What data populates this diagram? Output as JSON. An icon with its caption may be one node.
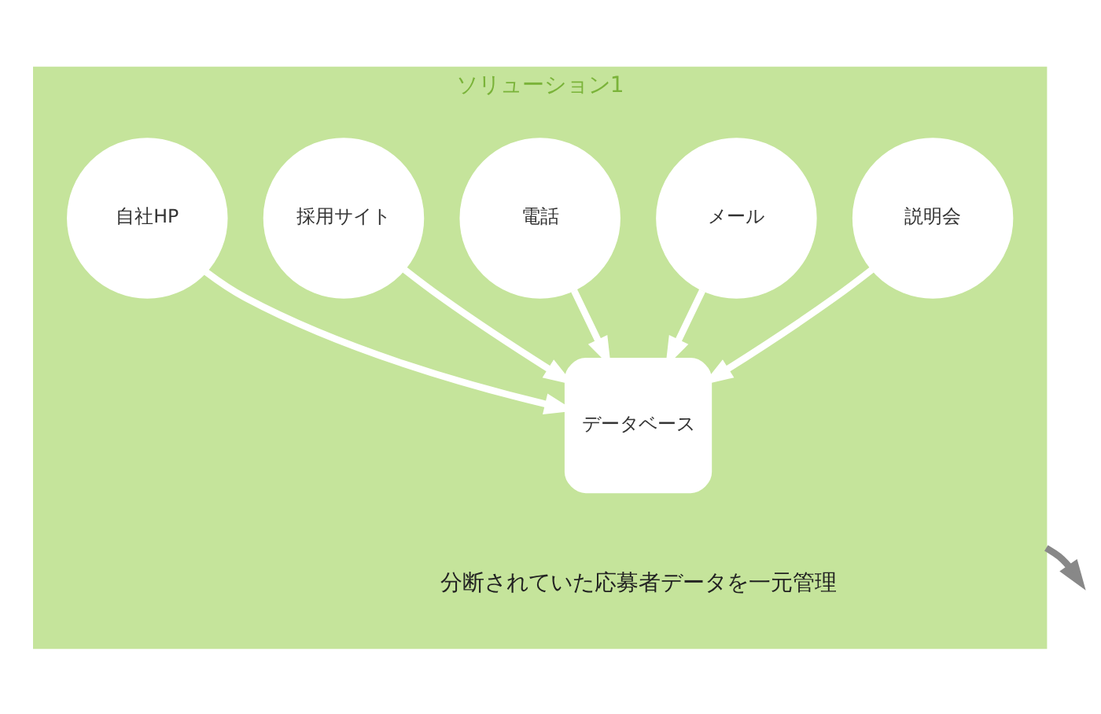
{
  "diagram": {
    "nodes": [
      {
        "text": [
          "ソリューション1"
        ]
      },
      {
        "text": [
          "自社HP"
        ],
        "in": 0
      },
      {
        "text": [
          "採用サイト"
        ],
        "in": 0
      },
      {
        "text": [
          "電話"
        ],
        "in": 0
      },
      {
        "text": [
          "メール"
        ],
        "in": 0
      },
      {
        "text": [
          "説明会"
        ],
        "in": 0
      },
      {
        "text": [
          "データベース"
        ],
        "in": 0
      }
    ],
    "edges": [
      {
        "from": 1,
        "to": 6,
        "arrow": "to"
      },
      {
        "from": 2,
        "to": 6,
        "arrow": "to"
      },
      {
        "from": 3,
        "to": 6,
        "arrow": "to"
      },
      {
        "from": 4,
        "to": 6,
        "arrow": "to"
      },
      {
        "from": 5,
        "to": 6,
        "arrow": "to"
      },
      {
        "from": 0,
        "to": null,
        "arrow": "to",
        "color": "#888888"
      }
    ],
    "labels": [
      "分断されていた応募者データを一元管理"
    ]
  }
}
